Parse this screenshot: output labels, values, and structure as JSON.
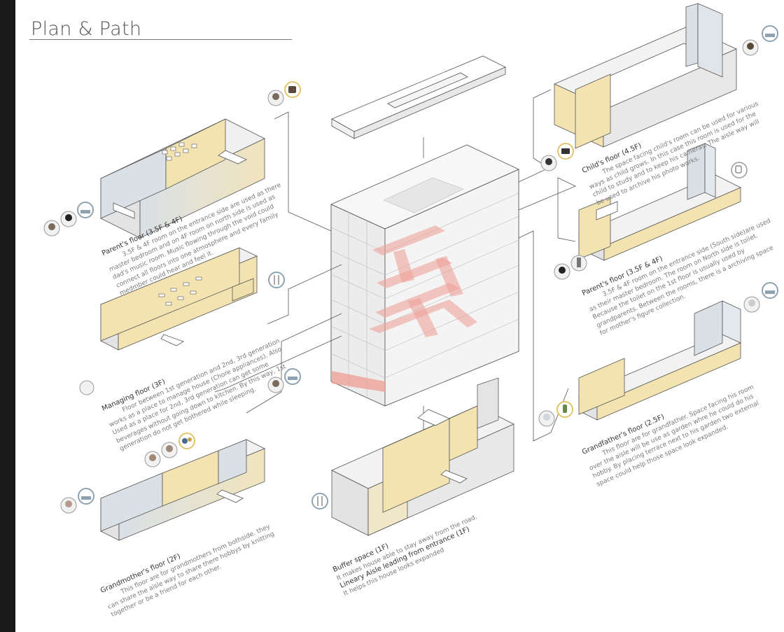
{
  "title": "Plan & Path",
  "floors": {
    "parents_west": {
      "heading": "Parent's floor (3.5F & 4F)",
      "lines": [
        "3.5F & 4F room on the entrance side are used as there",
        "master bedroom and on 4F room on north side is used as",
        "dad's music room. Music flowing through the void could",
        "connect all floors into one atmosphere and every family",
        "medmber could hear and feel it."
      ]
    },
    "managing": {
      "heading": "Managing floor (3F)",
      "lines": [
        "Floor between 1st generation and 2nd, 3rd generation",
        "works as a place to manage house (Chore appliances). Also",
        "Used as a place for 2nd, 3rd generation can get some",
        "beverages without going down to kitchen. By this way, 1st",
        "generation do not get bothered while sleeping."
      ]
    },
    "grandmother": {
      "heading": "Grandmother's floor (2F)",
      "lines": [
        "This floor are for grandmothers from bothside. they",
        "can share the aisle way to share there hobbys by knitting",
        "together or be a friend for each other."
      ]
    },
    "buffer": {
      "heading": "Buffer space (1F)",
      "line": "It makes house able to stay away from the road.",
      "heading2": "Lineary Aisle leading from entrance (1F)",
      "line2": "It helps this house looks expanded"
    },
    "child": {
      "heading": "Child's floor (4.5F)",
      "lines": [
        "The space facing child's room can be used for various",
        "ways as child grows. In this case this room is used for the",
        "child to study and to keep his cameras. The aisle way will",
        "be used to archive his photo works."
      ]
    },
    "parents_east": {
      "heading": "Parent's floor (3.5F & 4F)",
      "lines": [
        "3.5F & 4F room on the entrance side (South side)are used",
        "as their master bedroom. The room on North side is toilet.",
        "Because the toilet on the 1st floor is usually used by",
        "grandparents. Between the rooms, there is a archiving space",
        "for mother's figure collection."
      ]
    },
    "grandfather": {
      "heading": "Grandfather's floor (2.5F)",
      "lines": [
        "This floor are for grandfather. Space facing his room",
        "over the aisle will be use as garden whre he could do his",
        "hobby. By placing terrace next to his garden two external",
        "space could help those space look expanded."
      ]
    }
  },
  "colors": {
    "wall_warm": "#f3e3b0",
    "wall_cool": "#d9e0e6",
    "void_red": "#eea29a",
    "line": "#555555",
    "badge_gold": "#e2c56a",
    "badge_grey": "#8fa2b0"
  },
  "icons": [
    "music-icon",
    "bed-icon",
    "camera-icon",
    "toilet-icon",
    "cutlery-icon",
    "yarn-icon",
    "cactus-icon",
    "person-icon"
  ]
}
